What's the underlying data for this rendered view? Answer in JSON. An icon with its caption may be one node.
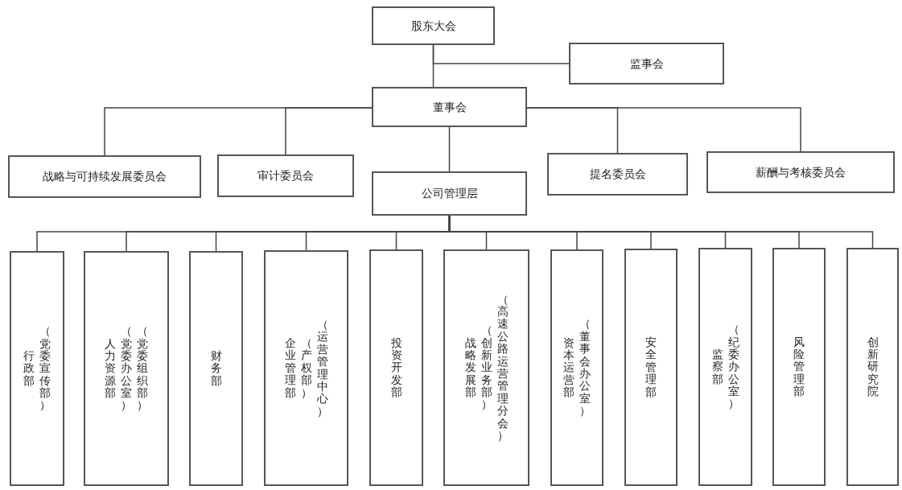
{
  "diagram": {
    "nodes": [
      {
        "text": [
          "股东大会"
        ]
      },
      {
        "text": [
          "监事会"
        ]
      },
      {
        "text": [
          "董事会"
        ]
      },
      {
        "text": [
          "战略与可持续发展委员会"
        ]
      },
      {
        "text": [
          "审计委员会"
        ]
      },
      {
        "text": [
          "提名委员会"
        ]
      },
      {
        "text": [
          "薪酬与考核委员会"
        ]
      },
      {
        "text": [
          "公司管理层"
        ]
      },
      {
        "text": [
          "行政部",
          "（党委宣传部）"
        ]
      },
      {
        "text": [
          "人力资源部",
          "（党委办公室）",
          "（党委组织部）"
        ]
      },
      {
        "text": [
          "财务部"
        ]
      },
      {
        "text": [
          "企业管理部",
          "（产权部）",
          "（运营管理中心）"
        ]
      },
      {
        "text": [
          "投资开发部"
        ]
      },
      {
        "text": [
          "战略发展部",
          "（创新业务部）",
          "（高速公路运营管理分会）"
        ]
      },
      {
        "text": [
          "资本运营部",
          "（董事会办公室）"
        ]
      },
      {
        "text": [
          "安全管理部"
        ]
      },
      {
        "text": [
          "监察部",
          "（纪委办公室）"
        ]
      },
      {
        "text": [
          "风险管理部"
        ]
      },
      {
        "text": [
          "创新研究院"
        ]
      }
    ],
    "edges": [
      {
        "from": 0,
        "to": 2,
        "arrow": "none"
      },
      {
        "from": 0,
        "to": 1,
        "arrow": "none"
      },
      {
        "from": 2,
        "to": 3,
        "arrow": "none"
      },
      {
        "from": 2,
        "to": 4,
        "arrow": "none"
      },
      {
        "from": 2,
        "to": 5,
        "arrow": "none"
      },
      {
        "from": 2,
        "to": 6,
        "arrow": "none"
      },
      {
        "from": 2,
        "to": 7,
        "arrow": "none"
      },
      {
        "from": 7,
        "to": 8,
        "arrow": "none"
      },
      {
        "from": 7,
        "to": 9,
        "arrow": "none"
      },
      {
        "from": 7,
        "to": 10,
        "arrow": "none"
      },
      {
        "from": 7,
        "to": 11,
        "arrow": "none"
      },
      {
        "from": 7,
        "to": 12,
        "arrow": "none"
      },
      {
        "from": 7,
        "to": 13,
        "arrow": "none"
      },
      {
        "from": 7,
        "to": 14,
        "arrow": "none"
      },
      {
        "from": 7,
        "to": 15,
        "arrow": "none"
      },
      {
        "from": 7,
        "to": 16,
        "arrow": "none"
      },
      {
        "from": 7,
        "to": 17,
        "arrow": "none"
      },
      {
        "from": 7,
        "to": 18,
        "arrow": "none"
      }
    ]
  }
}
